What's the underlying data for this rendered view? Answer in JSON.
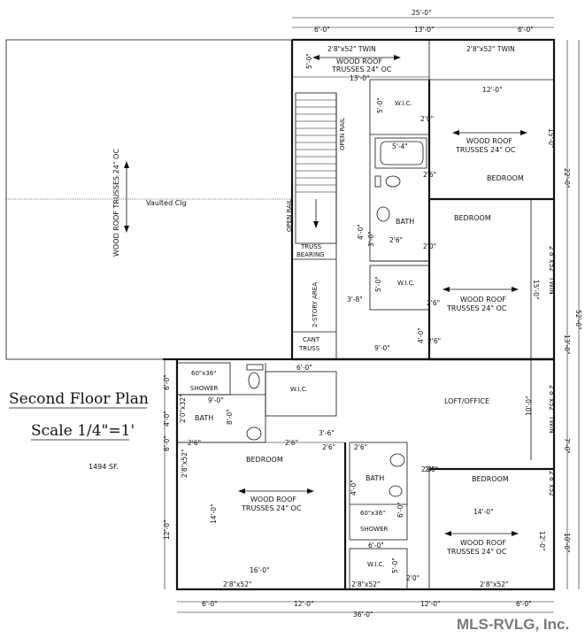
{
  "title": {
    "plan": "Second Floor Plan",
    "scale": "Scale 1/4\"=1'",
    "area": "1494 SF."
  },
  "watermark": "MLS-RVLG, Inc.",
  "rooms": {
    "bedroom_ne": "BEDROOM",
    "bedroom_e": "BEDROOM",
    "bedroom_sw": "BEDROOM",
    "bedroom_se": "BEDROOM",
    "loft": "LOFT/OFFICE",
    "bath_n": "BATH",
    "bath_w": "BATH",
    "bath_s": "BATH",
    "wic_1": "W.I.C.",
    "wic_2": "W.I.C.",
    "wic_3": "W.I.C.",
    "wic_4": "W.I.C.",
    "shower_w": "SHOWER",
    "shower_s": "SHOWER",
    "shower_w_size": "60\"x36\"",
    "shower_s_size": "60\"x36\"",
    "vaulted": "Vaulted Clg",
    "open_rail_1": "OPEN RAIL",
    "open_rail_2": "OPEN RAIL",
    "truss_bearing_1": "TRUSS",
    "truss_bearing_2": "BEARING",
    "two_story": "2-STORY AREA",
    "cant_truss_1": "CANT",
    "cant_truss_2": "TRUSS"
  },
  "truss_notes": {
    "vertical": "WOOD ROOF TRUSSES 24\" OC",
    "top_l1": "WOOD ROOF",
    "top_l2": "TRUSSES 24\" OC",
    "ne_l1": "WOOD ROOF",
    "ne_l2": "TRUSSES 24\" OC",
    "e_l1": "WOOD ROOF",
    "e_l2": "TRUSSES 24\" OC",
    "sw_l1": "WOOD ROOF",
    "sw_l2": "TRUSSES 24\" OC",
    "se_l1": "WOOD ROOF",
    "se_l2": "TRUSSES 24\" OC"
  },
  "windows": {
    "top_left": "2'8\"x52\" TWIN",
    "top_right": "2'8\"x52\" TWIN",
    "right_1": "2'8\"x52\" TWIN",
    "right_loft": "2'8\"x52\" TWIN",
    "right_bed": "2'8\"x52\"",
    "left_bath": "2'0\"x32\"",
    "left_bed": "2'8\"x52\"",
    "bottom_1": "2'8\"x52\"",
    "bottom_2": "2'8\"x52\"",
    "bottom_3": "2'8\"x52\""
  },
  "doors": [
    "2'6\"",
    "2'0\"",
    "2'6\"",
    "2'6\"",
    "2'0\"",
    "2'6\"",
    "2'6\"",
    "2'6\"",
    "2'6\"",
    "2'6\"",
    "2'6\"",
    "2'0\"",
    "2'0\"",
    "2'6\"",
    "2'6\""
  ],
  "dims": {
    "top_total": "25'-0\"",
    "top_a": "6'-0\"",
    "top_b": "13'-0\"",
    "top_c": "6'-0\"",
    "inner_13": "13'-0\"",
    "bed_ne_w": "12'-0\"",
    "bed_ne_h": "15'-0\"",
    "bath_5_4": "5'-4\"",
    "stair_5": "5'-0\"",
    "stair_4": "4'-0\"",
    "wic_5a": "5'-0\"",
    "wic_5b": "5'-0\"",
    "small_3": "3'-0\"",
    "dim_3_8": "3'-8\"",
    "bed_e_h": "15'-0\"",
    "hall_9": "9'-0\"",
    "hall_4": "4'-0\"",
    "right_22": "22'-0\"",
    "right_13": "13'-0\"",
    "right_7": "7'-0\"",
    "right_10": "10'-0\"",
    "right_52": "52'-0\"",
    "loft_10": "10'-0\"",
    "shower_9": "9'-0\"",
    "wic_6": "6'-0\"",
    "bath_8": "8'-0\"",
    "hall_3_6": "3'-6\"",
    "left_6": "6'-0\"",
    "left_4": "4'-0\"",
    "left_6b": "6'-0\"",
    "left_12": "12'-0\"",
    "bed_sw_14": "14'-0\"",
    "bed_sw_16": "16'-0\"",
    "bath_s_6": "6'-0\"",
    "bath_s_4": "4'-0\"",
    "bed_se_14": "14'-0\"",
    "bed_se_12": "12'-0\"",
    "wic_s_6": "6'-0\"",
    "wic_s_5": "5'-0\"",
    "bot_a": "6'-0\"",
    "bot_b": "12'-0\"",
    "bot_c": "12'-0\"",
    "bot_d": "6'-0\"",
    "bot_total": "36'-0\""
  }
}
